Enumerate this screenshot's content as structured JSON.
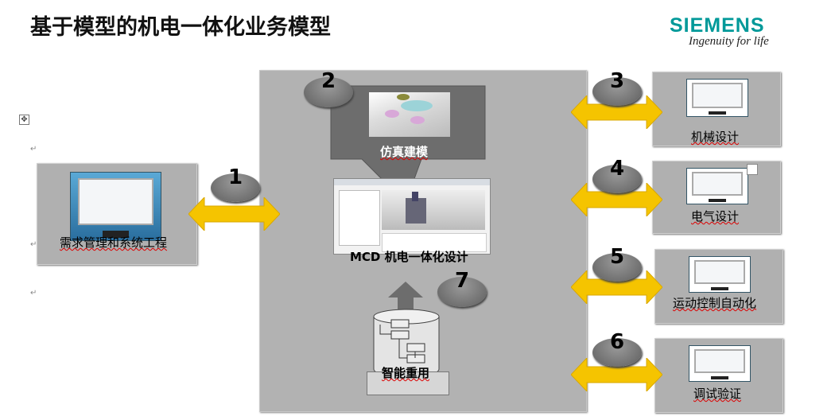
{
  "title": "基于模型的机电一体化业务模型",
  "logo": {
    "brand": "SIEMENS",
    "tagline": "Ingenuity for life"
  },
  "left": {
    "label": "需求管理和系统工程",
    "number": "1"
  },
  "center": {
    "callout_label": "仿真建模",
    "callout_number": "2",
    "mcd_label": "MCD 机电一体化设计",
    "reuse_label": "智能重用",
    "reuse_number": "7"
  },
  "right": [
    {
      "number": "3",
      "label": "机械设计"
    },
    {
      "number": "4",
      "label": "电气设计"
    },
    {
      "number": "5",
      "label": "运动控制自动化"
    },
    {
      "number": "6",
      "label": "调试验证"
    }
  ],
  "colors": {
    "brand": "#009999",
    "arrow": "#f5c400",
    "panel": "#b2b2b2"
  }
}
